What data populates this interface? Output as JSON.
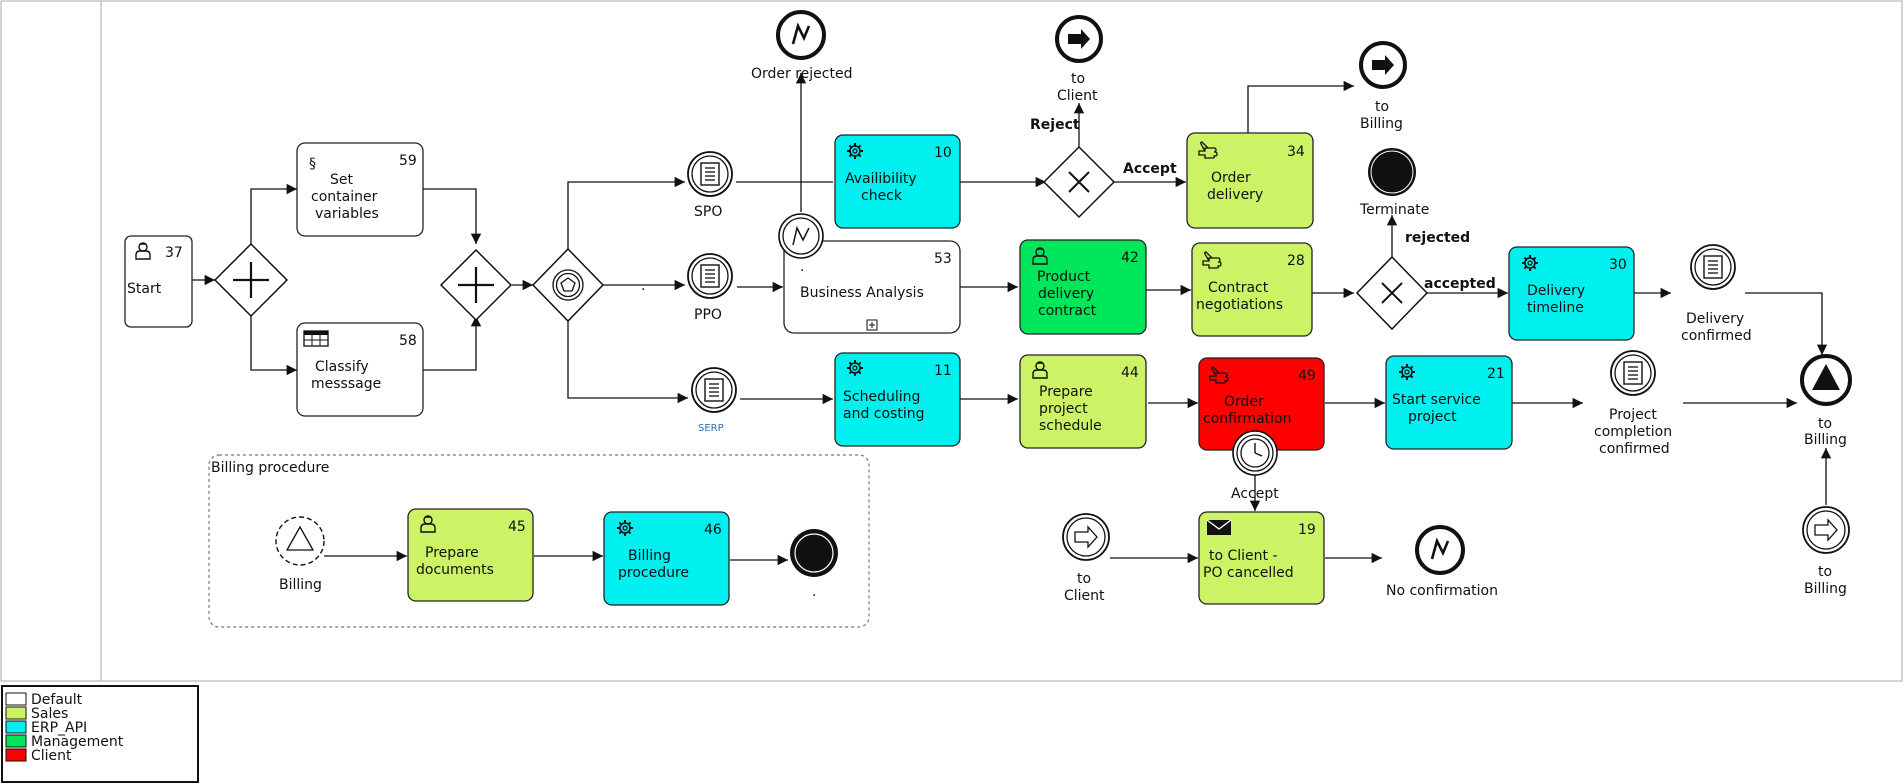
{
  "colors": {
    "default": "#ffffff",
    "sales": "#ccf266",
    "erp": "#00f0f0",
    "management": "#00e65a",
    "client": "#ff0000",
    "stroke": "#222222"
  },
  "tasks": {
    "start": {
      "label": [
        "Start"
      ],
      "num": "37",
      "icon": "user-icon"
    },
    "set_container": {
      "label": [
        "Set",
        "container",
        "variables"
      ],
      "num": "59",
      "icon": "script-icon"
    },
    "classify": {
      "label": [
        "Classify",
        "messsage"
      ],
      "num": "58",
      "icon": "table-icon"
    },
    "availability": {
      "label": [
        "Availibility",
        "check"
      ],
      "num": "10",
      "icon": "gear-icon"
    },
    "business_analysis": {
      "label": [
        "Business Analysis"
      ],
      "num": "53",
      "icon": "subprocess-icon"
    },
    "scheduling": {
      "label": [
        "Scheduling",
        "and costing"
      ],
      "num": "11",
      "icon": "gear-icon"
    },
    "product_delivery": {
      "label": [
        "Product",
        "delivery",
        "contract"
      ],
      "num": "42",
      "icon": "user-icon"
    },
    "prepare_schedule": {
      "label": [
        "Prepare",
        "project",
        "schedule"
      ],
      "num": "44",
      "icon": "user-icon"
    },
    "order_delivery": {
      "label": [
        "Order",
        "delivery"
      ],
      "num": "34",
      "icon": "hand-icon"
    },
    "contract_neg": {
      "label": [
        "Contract",
        "negotiations"
      ],
      "num": "28",
      "icon": "hand-icon"
    },
    "order_confirm": {
      "label": [
        "Order",
        "confirmation"
      ],
      "num": "49",
      "icon": "hand-icon"
    },
    "delivery_timeline": {
      "label": [
        "Delivery",
        "timeline"
      ],
      "num": "30",
      "icon": "gear-icon"
    },
    "start_service": {
      "label": [
        "Start service",
        "project"
      ],
      "num": "21",
      "icon": "gear-icon"
    },
    "po_cancelled": {
      "label": [
        "to Client -",
        "PO cancelled"
      ],
      "num": "19",
      "icon": "envelope-icon"
    },
    "prepare_docs": {
      "label": [
        "Prepare",
        "documents"
      ],
      "num": "45",
      "icon": "user-icon"
    },
    "billing_proc": {
      "label": [
        "Billing",
        "procedure"
      ],
      "num": "46",
      "icon": "gear-icon"
    }
  },
  "events": {
    "order_rejected": "Order rejected",
    "to_client_top": [
      "to",
      "Client"
    ],
    "to_billing_top": [
      "to",
      "Billing"
    ],
    "terminate": "Terminate",
    "spo": "SPO",
    "ppo": "PPO",
    "serp": "SERP",
    "delivery_confirmed": [
      "Delivery",
      "confirmed"
    ],
    "project_completion": [
      "Project",
      "completion",
      "confirmed"
    ],
    "to_billing_end": [
      "to",
      "Billing"
    ],
    "to_billing_bottom": [
      "to",
      "Billing"
    ],
    "to_client_bottom": [
      "to",
      "Client"
    ],
    "no_confirmation": "No confirmation",
    "billing_start": "Billing",
    "billing_end_dot": ".",
    "timer_accept": "Accept",
    "ppo_dot": ".",
    "ba_dot": "."
  },
  "flow_labels": {
    "reject": "Reject",
    "accept": "Accept",
    "rejected": "rejected",
    "accepted": "accepted"
  },
  "group": {
    "title": "Billing procedure"
  },
  "legend": [
    {
      "label": "Default",
      "color": "#ffffff"
    },
    {
      "label": "Sales",
      "color": "#ccf266"
    },
    {
      "label": "ERP_API",
      "color": "#00f0f0"
    },
    {
      "label": "Management",
      "color": "#00e65a"
    },
    {
      "label": "Client",
      "color": "#ff0000"
    }
  ]
}
